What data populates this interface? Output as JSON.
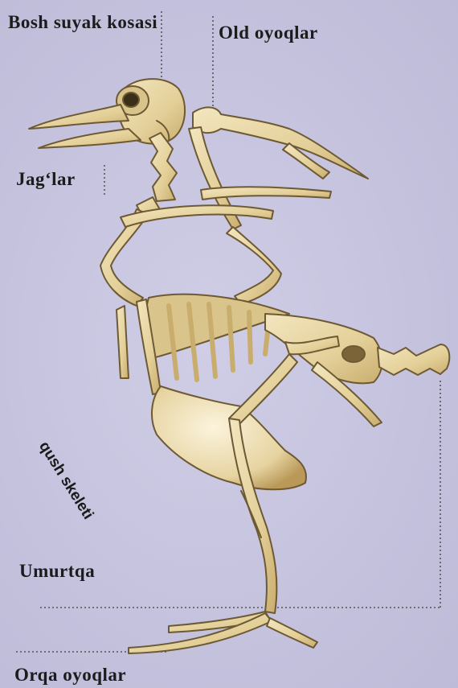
{
  "labels": {
    "skull": "Bosh suyak kosasi",
    "forelimbs": "Old oyoqlar",
    "jaws": "Jag‘lar",
    "spine": "Umurtqa",
    "hindlimbs": "Orqa oyoqlar"
  },
  "caption": "qush skeleti",
  "colors": {
    "background": "#c6c4df",
    "bone": "#e7d6a6",
    "bone_outline": "#6d5a34",
    "leader_line": "#555555"
  }
}
